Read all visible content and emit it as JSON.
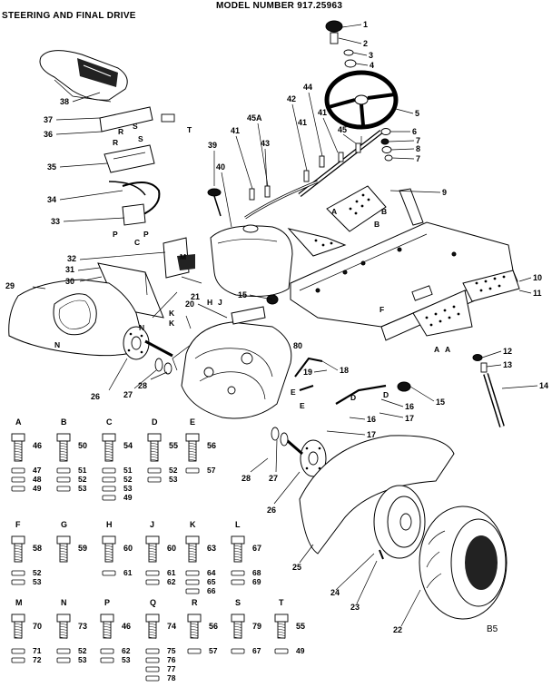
{
  "header": {
    "title": "STEERING AND FINAL DRIVE",
    "model": "MODEL NUMBER 917.25963"
  },
  "footer": {
    "code": "B5"
  },
  "callouts": {
    "c1": "1",
    "c2": "2",
    "c3": "3",
    "c4": "4",
    "c5": "5",
    "c6": "6",
    "c7a": "7",
    "c7b": "7",
    "c8": "8",
    "c9": "9",
    "c10": "10",
    "c11": "11",
    "c12": "12",
    "c13": "13",
    "c14": "14",
    "c15a": "15",
    "c15b": "15",
    "c16a": "16",
    "c16b": "16",
    "c17a": "17",
    "c17b": "17",
    "c18": "18",
    "c19": "19",
    "c20": "20",
    "c21": "21",
    "c22": "22",
    "c23": "23",
    "c24": "24",
    "c25": "25",
    "c26a": "26",
    "c26b": "26",
    "c27a": "27",
    "c27b": "27",
    "c28a": "28",
    "c28b": "28",
    "c29": "29",
    "c30": "30",
    "c31": "31",
    "c32": "32",
    "c33": "33",
    "c34": "34",
    "c35": "35",
    "c36": "36",
    "c37": "37",
    "c38": "38",
    "c39": "39",
    "c40": "40",
    "c41a": "41",
    "c41b": "41",
    "c41c": "41",
    "c42": "42",
    "c43": "43",
    "c44": "44",
    "c45": "45",
    "c45a": "45A",
    "c80": "80"
  },
  "diagram_letters": {
    "a1": "A",
    "a2": "A",
    "a3": "A",
    "b1": "B",
    "b2": "B",
    "c1": "C",
    "d1": "D",
    "d2": "D",
    "e1": "E",
    "e2": "E",
    "f1": "F",
    "h1": "H",
    "j1": "J",
    "k1": "K",
    "k2": "K",
    "m1": "M",
    "n1": "N",
    "n2": "N",
    "p1": "P",
    "p2": "P",
    "r1": "R",
    "r2": "R",
    "s1": "S",
    "s2": "S",
    "t1": "T"
  },
  "hardware_key": {
    "row1": [
      {
        "letter": "A",
        "bolt": "46",
        "extras": [
          "47",
          "48",
          "49"
        ]
      },
      {
        "letter": "B",
        "bolt": "50",
        "extras": [
          "51",
          "52",
          "53"
        ]
      },
      {
        "letter": "C",
        "bolt": "54",
        "extras": [
          "51",
          "52",
          "53",
          "49"
        ]
      },
      {
        "letter": "D",
        "bolt": "55",
        "extras": [
          "52",
          "53"
        ]
      },
      {
        "letter": "E",
        "bolt": "56",
        "extras": [
          "57"
        ]
      }
    ],
    "row2": [
      {
        "letter": "F",
        "bolt": "58",
        "extras": [
          "52",
          "53"
        ]
      },
      {
        "letter": "G",
        "bolt": "59",
        "extras": []
      },
      {
        "letter": "H",
        "bolt": "60",
        "extras": [
          "61"
        ]
      },
      {
        "letter": "J",
        "bolt": "60",
        "extras": [
          "61",
          "62"
        ]
      },
      {
        "letter": "K",
        "bolt": "63",
        "extras": [
          "64",
          "65",
          "66"
        ]
      },
      {
        "letter": "L",
        "bolt": "67",
        "extras": [
          "68",
          "69"
        ]
      }
    ],
    "row3": [
      {
        "letter": "M",
        "bolt": "70",
        "extras": [
          "71",
          "72"
        ]
      },
      {
        "letter": "N",
        "bolt": "73",
        "extras": [
          "52",
          "53"
        ]
      },
      {
        "letter": "P",
        "bolt": "46",
        "extras": [
          "62",
          "53"
        ]
      },
      {
        "letter": "Q",
        "bolt": "74",
        "extras": [
          "75",
          "76",
          "77",
          "78"
        ]
      },
      {
        "letter": "R",
        "bolt": "56",
        "extras": [
          "57"
        ]
      },
      {
        "letter": "S",
        "bolt": "79",
        "extras": [
          "67"
        ]
      },
      {
        "letter": "T",
        "bolt": "55",
        "extras": [
          "49"
        ]
      }
    ]
  }
}
